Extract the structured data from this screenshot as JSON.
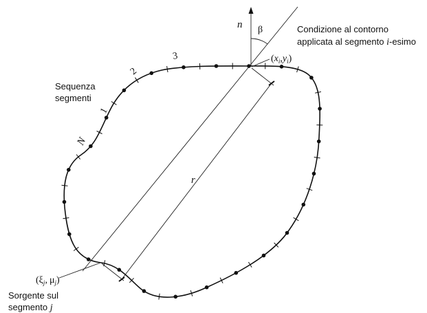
{
  "labels": {
    "boundary_condition_line1": "Condizione al contorno",
    "boundary_condition_line2_prefix": "applicata al segmento ",
    "boundary_condition_line2_i": "i",
    "boundary_condition_line2_suffix": "-esimo",
    "sequence_line1": "Sequenza",
    "sequence_line2": "segmenti",
    "source_line1": "Sorgente sul",
    "source_line2_prefix": "segmento ",
    "source_line2_j": "j",
    "normal": "n",
    "angle": "β",
    "distance": "r",
    "seg_N": "N",
    "seg_1": "1",
    "seg_2": "2",
    "seg_3": "3",
    "point_i_x": "x",
    "point_i_y": "y",
    "point_i_sub": "i",
    "point_j_xi": "ξ",
    "point_j_mu": "μ",
    "point_j_sub": "j",
    "open_paren": "(",
    "close_paren": ")",
    "comma": ","
  }
}
